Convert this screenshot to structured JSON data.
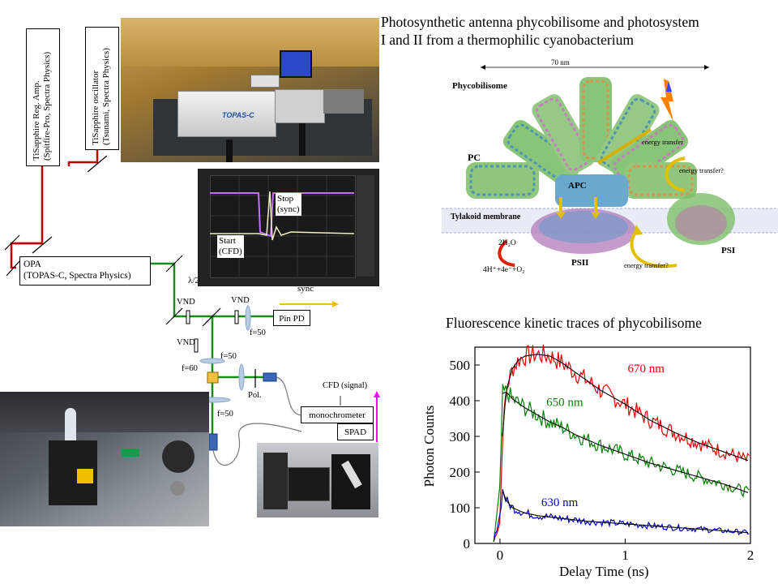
{
  "setup": {
    "laser_amp": "TiSapphire Reg. Amp.\n(Spitfire-Pro, Spectra Physics)",
    "oscillator": "TiSapphire oscillator\n(Tsunami, Spectra Physics)",
    "opa": "OPA\n(TOPAS-C, Spectra Physics)",
    "half_wave": "λ/2",
    "vnd_1": "VND",
    "vnd_2": "VND",
    "vnd_3": "VND",
    "pin_pd": "Pin PD",
    "sync": "sync",
    "f50_a": "f=50",
    "f50_b": "f=50",
    "f50_c": "f=50",
    "f60": "f=60",
    "pol": "Pol.",
    "cfd_signal": "CFD (signal)",
    "monochromator": "monochrometer",
    "spad": "SPAD",
    "topas_label": "TOPAS-C"
  },
  "oscilloscope": {
    "stop": "Stop\n(sync)",
    "start": "Start\n(CFD)"
  },
  "phycobilisome": {
    "title": "Photosynthetic antenna phycobilisome and photosystem\nI and II from a thermophilic cyanobacterium",
    "scale": "70 nm",
    "label_pbs": "Phycobilisome",
    "label_pc": "PC",
    "label_apc": "APC",
    "label_membrane": "Tylakoid membrane",
    "label_psii": "PSII",
    "label_psi": "PSI",
    "energy_transfer": "energy transfer",
    "energy_transfer_q1": "energy transfer?",
    "energy_transfer_q2": "energy transfer?",
    "water": "2H₂O",
    "oxygen": "4H⁺+4e⁻+O₂"
  },
  "chart_data": {
    "type": "line",
    "title": "Fluorescence kinetic traces of phycobilisome",
    "xlabel": "Delay Time (ns)",
    "ylabel": "Photon Counts",
    "xlim": [
      -0.2,
      2.0
    ],
    "ylim": [
      0,
      550
    ],
    "xticks": [
      "0",
      "1",
      "2"
    ],
    "yticks": [
      "0",
      "100",
      "200",
      "300",
      "400",
      "500"
    ],
    "series": [
      {
        "name": "670 nm",
        "color": "#e00000",
        "x": [
          -0.05,
          0.0,
          0.02,
          0.05,
          0.1,
          0.15,
          0.2,
          0.3,
          0.4,
          0.5,
          0.6,
          0.8,
          1.0,
          1.2,
          1.4,
          1.6,
          1.8,
          2.0
        ],
        "y": [
          5,
          60,
          300,
          430,
          490,
          515,
          525,
          530,
          525,
          505,
          480,
          430,
          390,
          345,
          310,
          280,
          255,
          230
        ]
      },
      {
        "name": "650 nm",
        "color": "#008000",
        "x": [
          -0.05,
          0.0,
          0.02,
          0.05,
          0.1,
          0.2,
          0.3,
          0.4,
          0.5,
          0.6,
          0.8,
          1.0,
          1.2,
          1.4,
          1.6,
          1.8,
          2.0
        ],
        "y": [
          5,
          150,
          420,
          425,
          405,
          380,
          360,
          340,
          325,
          305,
          275,
          250,
          225,
          205,
          185,
          165,
          140
        ]
      },
      {
        "name": "630 nm",
        "color": "#0000c0",
        "x": [
          -0.05,
          0.0,
          0.02,
          0.05,
          0.1,
          0.2,
          0.3,
          0.5,
          0.7,
          1.0,
          1.3,
          1.6,
          2.0
        ],
        "y": [
          5,
          80,
          150,
          120,
          100,
          85,
          78,
          70,
          62,
          55,
          47,
          40,
          30
        ]
      }
    ],
    "grid": false,
    "legend": "inline labels"
  },
  "colors": {
    "beam_red": "#c00000",
    "beam_green": "#1a8a1a",
    "sync_arrow": "#f0c000",
    "cfd_arrow": "#ff00ff",
    "fit": "#000000"
  }
}
